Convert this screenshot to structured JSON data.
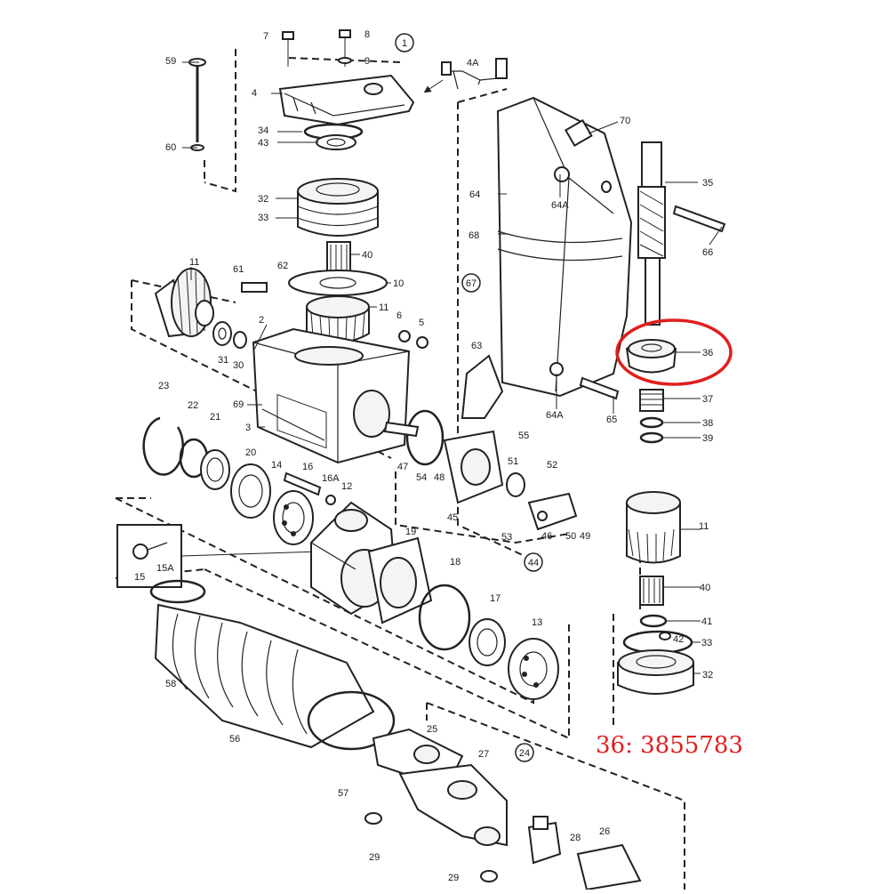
{
  "labels": [
    {
      "text": "7"
    },
    {
      "text": "8"
    },
    {
      "text": "9"
    },
    {
      "text": "4"
    },
    {
      "text": "4A"
    },
    {
      "text": "59"
    },
    {
      "text": "60"
    },
    {
      "text": "34"
    },
    {
      "text": "43"
    },
    {
      "text": "32"
    },
    {
      "text": "33"
    },
    {
      "text": "40"
    },
    {
      "text": "10"
    },
    {
      "text": "11"
    },
    {
      "text": "11"
    },
    {
      "text": "61"
    },
    {
      "text": "62"
    },
    {
      "text": "2"
    },
    {
      "text": "6"
    },
    {
      "text": "5"
    },
    {
      "text": "31"
    },
    {
      "text": "30"
    },
    {
      "text": "69"
    },
    {
      "text": "3"
    },
    {
      "text": "23"
    },
    {
      "text": "22"
    },
    {
      "text": "21"
    },
    {
      "text": "20"
    },
    {
      "text": "14"
    },
    {
      "text": "16"
    },
    {
      "text": "16A"
    },
    {
      "text": "12"
    },
    {
      "text": "15"
    },
    {
      "text": "15A"
    },
    {
      "text": "19"
    },
    {
      "text": "18"
    },
    {
      "text": "17"
    },
    {
      "text": "13"
    },
    {
      "text": "58"
    },
    {
      "text": "56"
    },
    {
      "text": "57"
    },
    {
      "text": "25"
    },
    {
      "text": "27"
    },
    {
      "text": "29"
    },
    {
      "text": "29"
    },
    {
      "text": "28"
    },
    {
      "text": "26"
    },
    {
      "text": "70"
    },
    {
      "text": "64"
    },
    {
      "text": "64A"
    },
    {
      "text": "68"
    },
    {
      "text": "35"
    },
    {
      "text": "66"
    },
    {
      "text": "36"
    },
    {
      "text": "37"
    },
    {
      "text": "38"
    },
    {
      "text": "39"
    },
    {
      "text": "64A"
    },
    {
      "text": "65"
    },
    {
      "text": "63"
    },
    {
      "text": "47"
    },
    {
      "text": "54"
    },
    {
      "text": "48"
    },
    {
      "text": "55"
    },
    {
      "text": "51"
    },
    {
      "text": "52"
    },
    {
      "text": "45"
    },
    {
      "text": "53"
    },
    {
      "text": "46"
    },
    {
      "text": "50"
    },
    {
      "text": "49"
    },
    {
      "text": "11"
    },
    {
      "text": "40"
    },
    {
      "text": "41"
    },
    {
      "text": "42"
    },
    {
      "text": "33"
    },
    {
      "text": "32"
    }
  ],
  "groups": [
    {
      "text": "1"
    },
    {
      "text": "67"
    },
    {
      "text": "44"
    },
    {
      "text": "24"
    }
  ],
  "callout": {
    "text": "36:  3855783",
    "color": "#e01e1e"
  },
  "highlight_color": "#e01e1e"
}
